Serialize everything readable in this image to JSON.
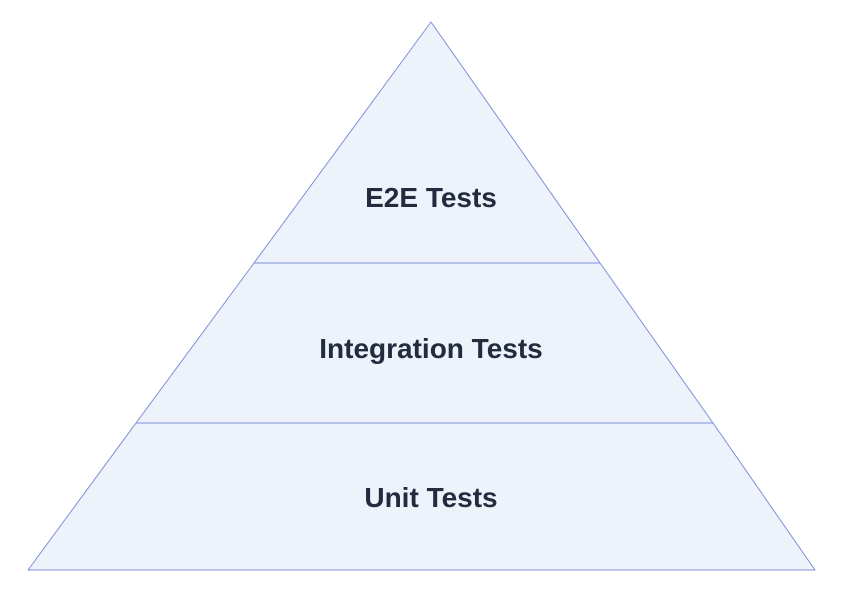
{
  "diagram": {
    "type": "pyramid",
    "name": "test-pyramid",
    "levels": [
      {
        "id": "e2e",
        "label": "E2E Tests",
        "position": "top"
      },
      {
        "id": "integration",
        "label": "Integration Tests",
        "position": "middle"
      },
      {
        "id": "unit",
        "label": "Unit Tests",
        "position": "bottom"
      }
    ],
    "colors": {
      "level_fill": "#eef2fa",
      "level_stroke": "#7d90d9",
      "label_text": "#222c3e",
      "background": "#ffffff"
    }
  }
}
